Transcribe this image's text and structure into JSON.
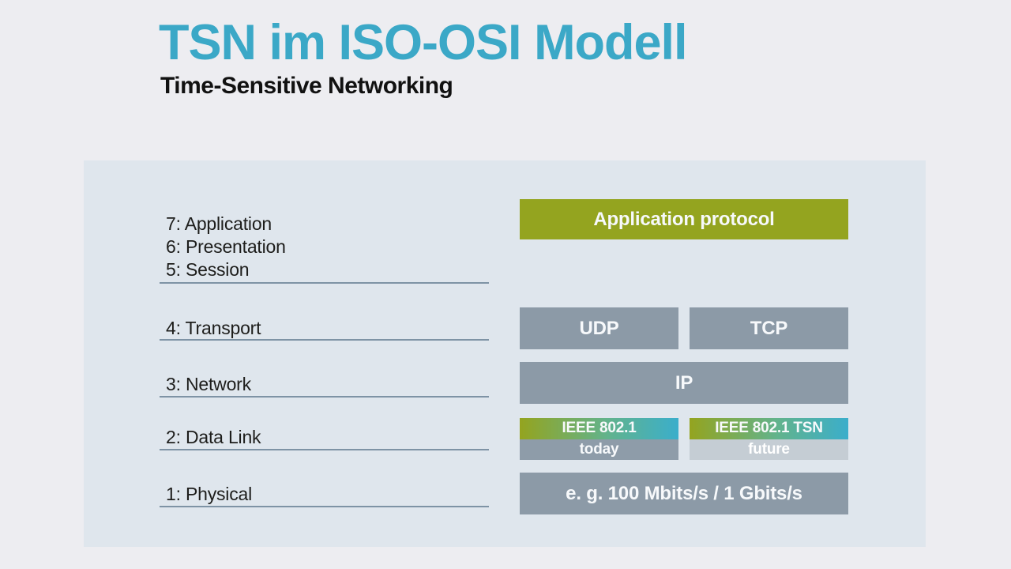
{
  "header": {
    "title": "TSN im ISO-OSI Modell",
    "subtitle": "Time-Sensitive Networking"
  },
  "osi": {
    "groups": [
      {
        "lines": [
          "7: Application",
          "6: Presentation",
          "5: Session"
        ]
      },
      {
        "lines": [
          "4: Transport"
        ]
      },
      {
        "lines": [
          "3: Network"
        ]
      },
      {
        "lines": [
          "2: Data Link"
        ]
      },
      {
        "lines": [
          "1: Physical"
        ]
      }
    ]
  },
  "stack": {
    "application_protocol": "Application protocol",
    "udp": "UDP",
    "tcp": "TCP",
    "ip": "IP",
    "ieee_today": {
      "top": "IEEE 802.1",
      "bottom": "today"
    },
    "ieee_future": {
      "top": "IEEE 802.1 TSN",
      "bottom": "future"
    },
    "physical": "e. g. 100 Mbits/s / 1 Gbits/s"
  },
  "colors": {
    "accent_teal": "#3BA8C7",
    "olive_green": "#94A41F",
    "gradient_teal": "#3BAECB",
    "box_gray": "#8C9AA7",
    "today_gray": "#8E9CA9",
    "future_gray": "#C5CDD4",
    "panel_bg": "#DFE6ED",
    "page_bg": "#EDEDF1",
    "underline": "#7E93A5",
    "text_dark": "#1D1D1B",
    "text_white": "#FFFFFF"
  }
}
